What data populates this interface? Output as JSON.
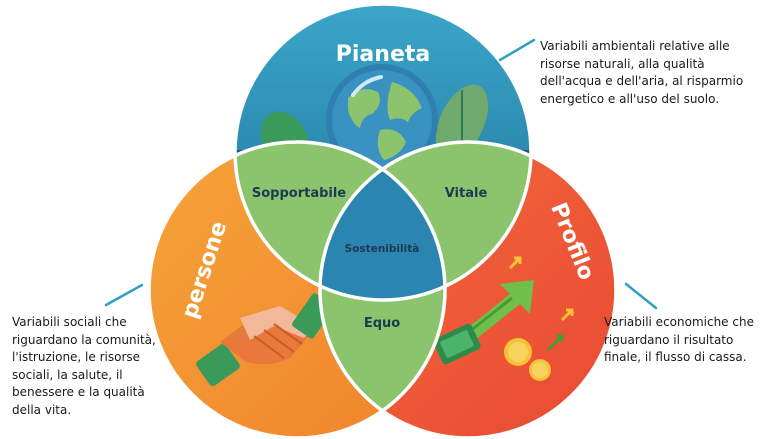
{
  "circles": {
    "planet": {
      "label": "Pianeta",
      "color": "#2b8fb9"
    },
    "people": {
      "label": "persone",
      "color": "#f4922f"
    },
    "profit": {
      "label": "Profilo",
      "color": "#ee5434"
    }
  },
  "overlaps": {
    "planet_people": "Sopportabile",
    "planet_profit": "Vitale",
    "people_profit": "Equo",
    "center": "Sostenibilità",
    "overlap_color": "#8cc46d"
  },
  "descriptions": {
    "planet": "Variabili ambientali relative alle risorse naturali, alla qualità dell'acqua e dell'aria, al risparmio energetico e all'uso del suolo.",
    "people": "Variabili sociali che riguardano la comunità, l'istruzione, le risorse sociali, la salute, il benessere e la qualità della vita.",
    "profit": "Variabili economiche che riguardano il risultato finale, il flusso di cassa."
  },
  "pointer_color": "#2f9fc4"
}
